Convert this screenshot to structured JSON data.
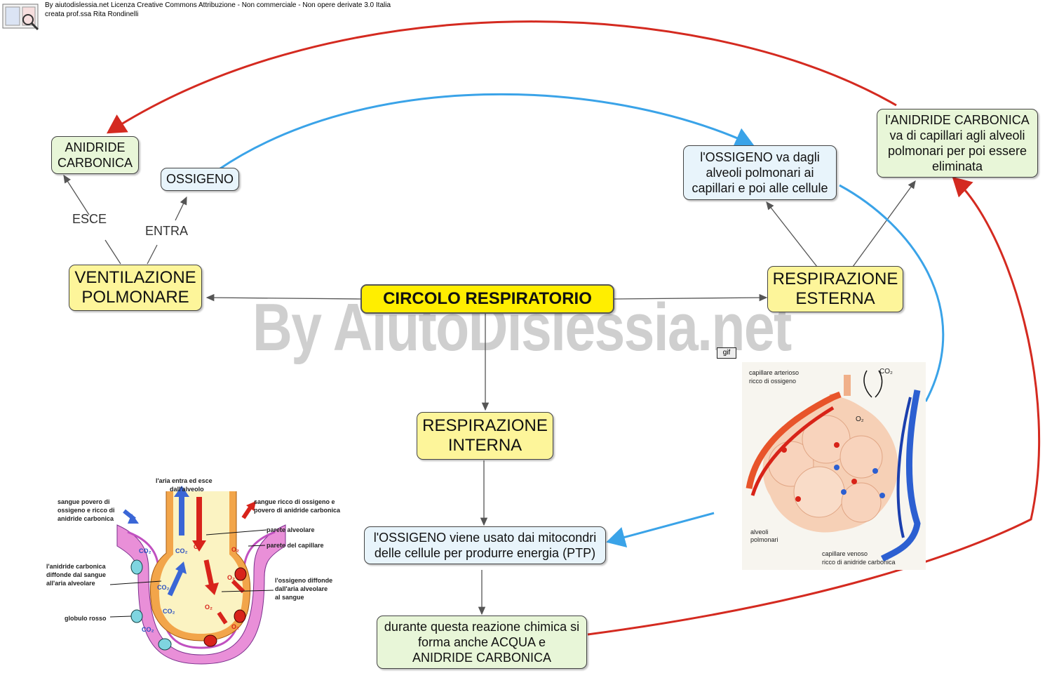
{
  "header": {
    "line1": "By aiutodislessia.net Licenza Creative Commons Attribuzione - Non commerciale - Non opere derivate 3.0 Italia",
    "line2": "creata prof.ssa Rita Rondinelli"
  },
  "watermark": "By AiutoDislessia.net",
  "nodes": {
    "main": "CIRCOLO RESPIRATORIO",
    "ventilazione": "VENTILAZIONE\nPOLMONARE",
    "esterna": "RESPIRAZIONE\nESTERNA",
    "interna": "RESPIRAZIONE\nINTERNA",
    "anidride": "ANIDRIDE\nCARBONICA",
    "ossigeno": "OSSIGENO",
    "ossigeno_alveoli": "l'OSSIGENO va dagli\nalveoli polmonari ai\ncapillari e poi alle cellule",
    "anidride_capillari": "l'ANIDRIDE CARBONICA\nva di capillari agli alveoli\npolmonari per poi essere\neliminata",
    "ossigeno_mitocondri": "l'OSSIGENO viene usato dai mitocondri\ndelle cellule per produrre energia (PTP)",
    "reazione": "durante questa reazione chimica si\nforma anche ACQUA e\nANIDRIDE CARBONICA"
  },
  "link_labels": {
    "esce": "ESCE",
    "entra": "ENTRA"
  },
  "gif_button": "gif",
  "alveolus_figure": {
    "labels": {
      "arterial": "capillare arterioso\nricco di ossigeno",
      "alveoli": "alveoli\npolmonari",
      "venous": "capillare venoso\nricco di anidride carbonica",
      "co2": "CO2",
      "o2": "O2"
    }
  },
  "exchange_figure": {
    "labels": {
      "air": "l'aria entra ed esce\ndall'alveolo",
      "blood_poor": "sangue povero di\nossigeno e ricco di\nanidride carbonica",
      "blood_rich": "sangue ricco di ossigeno e\npovero di anidride carbonica",
      "wall_alv": "parete alveolare",
      "wall_cap": "parete del capillare",
      "co2_diffuse": "l'anidride carbonica\ndiffonde dal sangue\nall'aria alveolare",
      "o2_diffuse": "l'ossigeno diffonde\ndall'aria alveolare\nal sangue",
      "rbc": "globulo rosso",
      "co2": "CO2",
      "o2": "O2"
    }
  },
  "colors": {
    "red_arrow": "#d42a20",
    "blue_arrow": "#3aa3e8",
    "node_border": "#444444"
  }
}
